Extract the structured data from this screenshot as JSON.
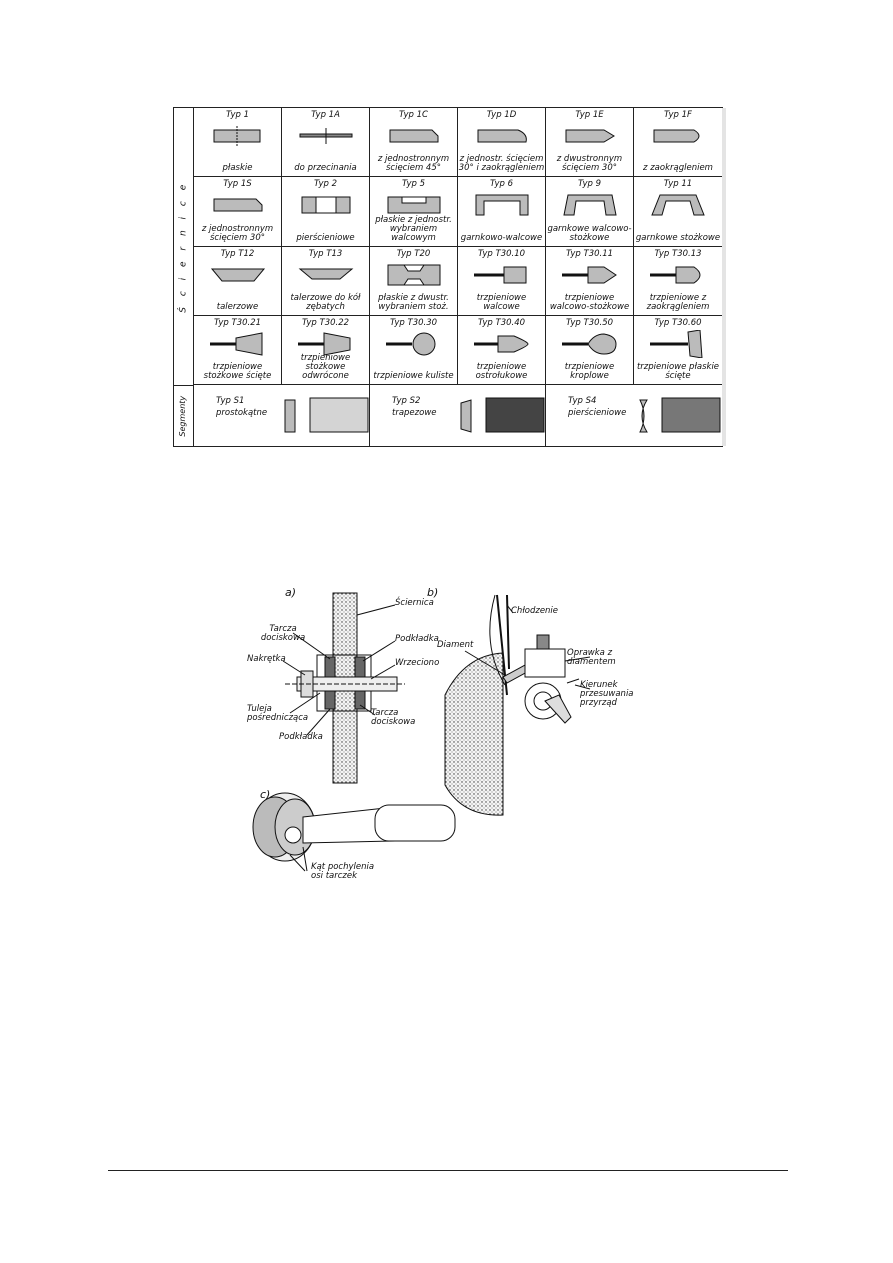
{
  "table": {
    "side_label_top": "Ś c i e r n i c e",
    "side_label_bottom": "Segmenty",
    "rows": [
      [
        {
          "type": "Typ 1",
          "desc": "płaskie"
        },
        {
          "type": "Typ 1A",
          "desc": "do przecinania"
        },
        {
          "type": "Typ 1C",
          "desc": "z jednostronnym ścięciem 45°"
        },
        {
          "type": "Typ 1D",
          "desc": "z jednostr. ścięciem 30° i zaokrągleniem"
        },
        {
          "type": "Typ 1E",
          "desc": "z dwustronnym ścięciem 30°"
        },
        {
          "type": "Typ 1F",
          "desc": "z zaokrągleniem"
        }
      ],
      [
        {
          "type": "Typ 1S",
          "desc": "z jednostronnym ścięciem 30°"
        },
        {
          "type": "Typ 2",
          "desc": "pierścieniowe"
        },
        {
          "type": "Typ 5",
          "desc": "płaskie z jednostr. wybraniem walcowym"
        },
        {
          "type": "Typ 6",
          "desc": "garnkowo-walcowe"
        },
        {
          "type": "Typ 9",
          "desc": "garnkowe walcowo-stożkowe"
        },
        {
          "type": "Typ 11",
          "desc": "garnkowe stożkowe"
        }
      ],
      [
        {
          "type": "Typ T12",
          "desc": "talerzowe"
        },
        {
          "type": "Typ T13",
          "desc": "talerzowe do kół zębatych"
        },
        {
          "type": "Typ T20",
          "desc": "płaskie z dwustr. wybraniem stoż."
        },
        {
          "type": "Typ T30.10",
          "desc": "trzpieniowe walcowe"
        },
        {
          "type": "Typ T30.11",
          "desc": "trzpieniowe walcowo-stożkowe"
        },
        {
          "type": "Typ T30.13",
          "desc": "trzpieniowe z zaokrągleniem"
        }
      ],
      [
        {
          "type": "Typ T30.21",
          "desc": "trzpieniowe stożkowe ścięte"
        },
        {
          "type": "Typ T30.22",
          "desc": "trzpieniowe stożkowe odwrócone"
        },
        {
          "type": "Typ T30.30",
          "desc": "trzpieniowe kuliste"
        },
        {
          "type": "Typ T30.40",
          "desc": "trzpieniowe ostrołukowe"
        },
        {
          "type": "Typ T30.50",
          "desc": "trzpieniowe kroplowe"
        },
        {
          "type": "Typ T30.60",
          "desc": "trzpieniowe płaskie ścięte"
        }
      ]
    ],
    "segments": [
      {
        "type": "Typ S1",
        "desc": "prostokątne"
      },
      {
        "type": "Typ S2",
        "desc": "trapezowe"
      },
      {
        "type": "Typ S4",
        "desc": "pierścieniowe"
      }
    ]
  },
  "diagram": {
    "panel_a": "a)",
    "panel_b": "b)",
    "panel_c": "c)",
    "labels_a": {
      "wheel": "Ściernica",
      "flange_top": "Tarcza dociskowa",
      "washer_top": "Podkładka",
      "nut": "Nakrętka",
      "spindle": "Wrzeciono",
      "sleeve": "Tuleja pośrednicząca",
      "flange_bottom": "Tarcza dociskowa",
      "washer_bottom": "Podkładka"
    },
    "labels_b": {
      "cooling": "Chłodzenie",
      "diamond": "Diament",
      "holder": "Oprawka z diamentem",
      "direction": "Kierunek przesuwania przyrząd"
    },
    "labels_c": {
      "angle": "Kąt pochylenia osi tarczek"
    }
  }
}
